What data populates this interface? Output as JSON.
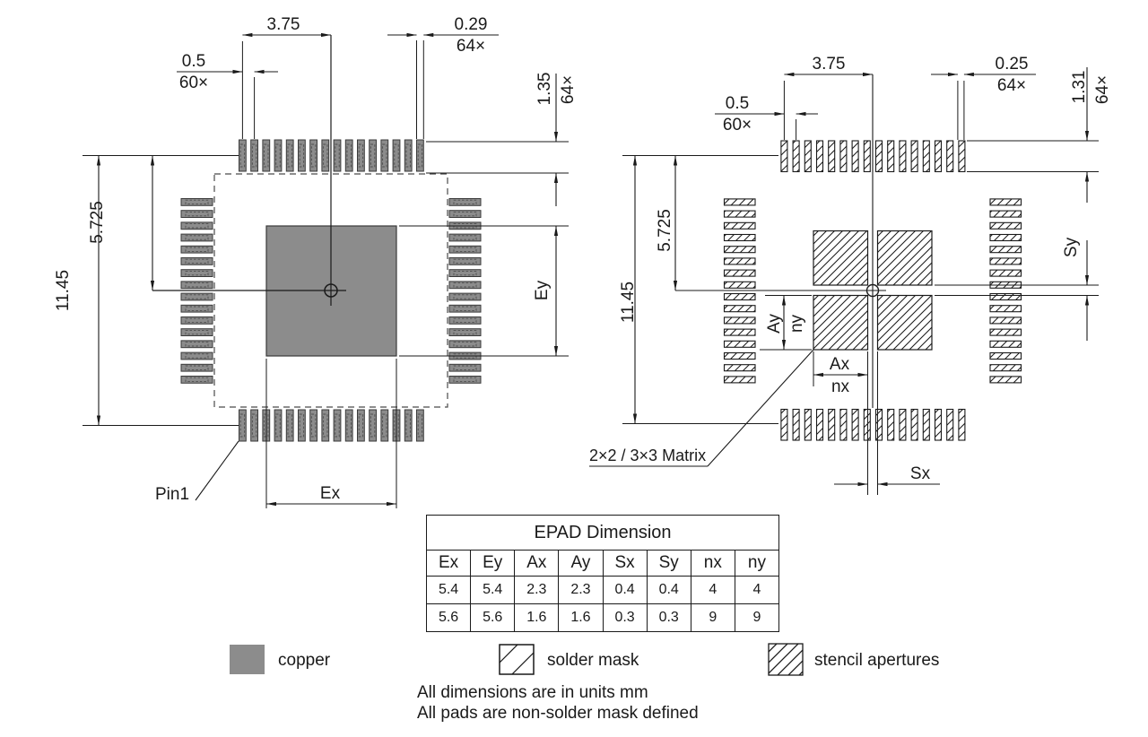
{
  "left_diagram": {
    "dim_3_75": "3.75",
    "dim_0_29": "0.29",
    "dim_0_29_count": "64×",
    "dim_0_5": "0.5",
    "dim_0_5_count": "60×",
    "dim_1_35": "1.35",
    "dim_1_35_count": "64×",
    "dim_11_45": "11.45",
    "dim_5_725": "5.725",
    "label_ey": "Ey",
    "label_ex": "Ex",
    "label_pin1": "Pin1"
  },
  "right_diagram": {
    "dim_3_75": "3.75",
    "dim_0_25": "0.25",
    "dim_0_25_count": "64×",
    "dim_0_5": "0.5",
    "dim_0_5_count": "60×",
    "dim_1_31": "1.31",
    "dim_1_31_count": "64×",
    "dim_11_45": "11.45",
    "dim_5_725": "5.725",
    "label_sy": "Sy",
    "label_ay": "Ay",
    "label_ny": "ny",
    "label_ax": "Ax",
    "label_nx": "nx",
    "label_sx": "Sx",
    "matrix_label": "2×2 / 3×3 Matrix"
  },
  "table": {
    "title": "EPAD Dimension",
    "headers": [
      "Ex",
      "Ey",
      "Ax",
      "Ay",
      "Sx",
      "Sy",
      "nx",
      "ny"
    ],
    "rows": [
      [
        "5.4",
        "5.4",
        "2.3",
        "2.3",
        "0.4",
        "0.4",
        "4",
        "4"
      ],
      [
        "5.6",
        "5.6",
        "1.6",
        "1.6",
        "0.3",
        "0.3",
        "9",
        "9"
      ]
    ]
  },
  "legend": {
    "copper": "copper",
    "solder_mask": "solder mask",
    "stencil": "stencil apertures"
  },
  "notes": {
    "line1": "All dimensions are in units mm",
    "line2": "All pads are non-solder mask defined"
  },
  "colors": {
    "copper": "#8c8c8c",
    "line": "#1a1a1a",
    "background": "#ffffff"
  }
}
